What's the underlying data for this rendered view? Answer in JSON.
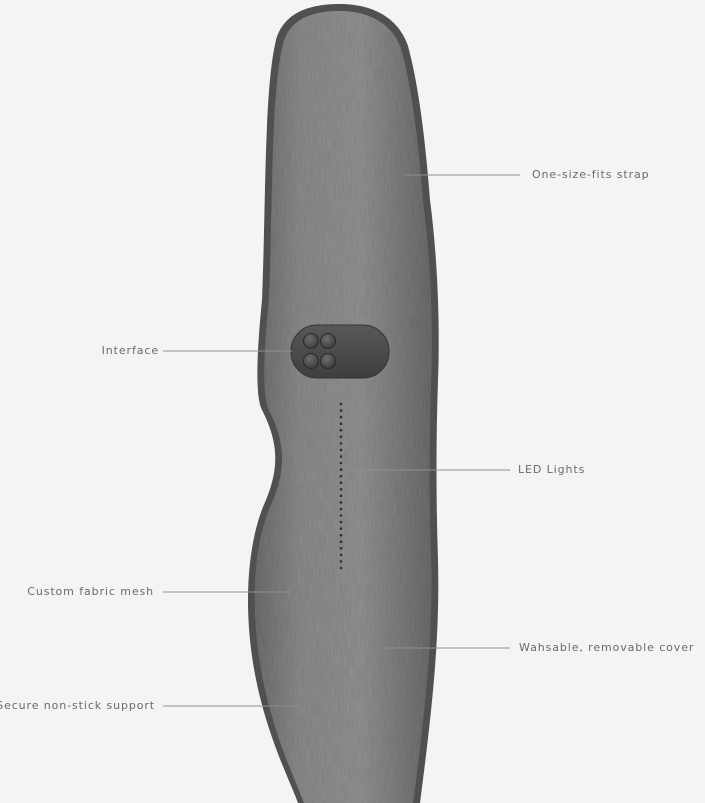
{
  "figure": {
    "background": "#f4f4f4",
    "strap_color": "#8a8a8a",
    "strap_edge_color": "#4e4e4f",
    "button_panel_color": "#48484a",
    "led_color": "#2e2e2e",
    "leader_color": "#8f8f8f",
    "label_color": "#6a6a6a",
    "led_count": 26
  },
  "callouts": [
    {
      "id": "one-size-fits-strap",
      "text": "One-size-fits strap",
      "side": "right"
    },
    {
      "id": "interface",
      "text": "Interface",
      "side": "left"
    },
    {
      "id": "led-lights",
      "text": "LED Lights",
      "side": "right"
    },
    {
      "id": "custom-fabric-mesh",
      "text": "Custom fabric mesh",
      "side": "left"
    },
    {
      "id": "washable-cover",
      "text": "Wahsable, removable cover",
      "side": "right"
    },
    {
      "id": "non-stick-support",
      "text": "Secure non-stick support",
      "side": "left"
    }
  ],
  "interface": {
    "button_icons": [
      "round-button-icon",
      "round-button-icon",
      "round-button-icon",
      "round-button-icon"
    ]
  }
}
